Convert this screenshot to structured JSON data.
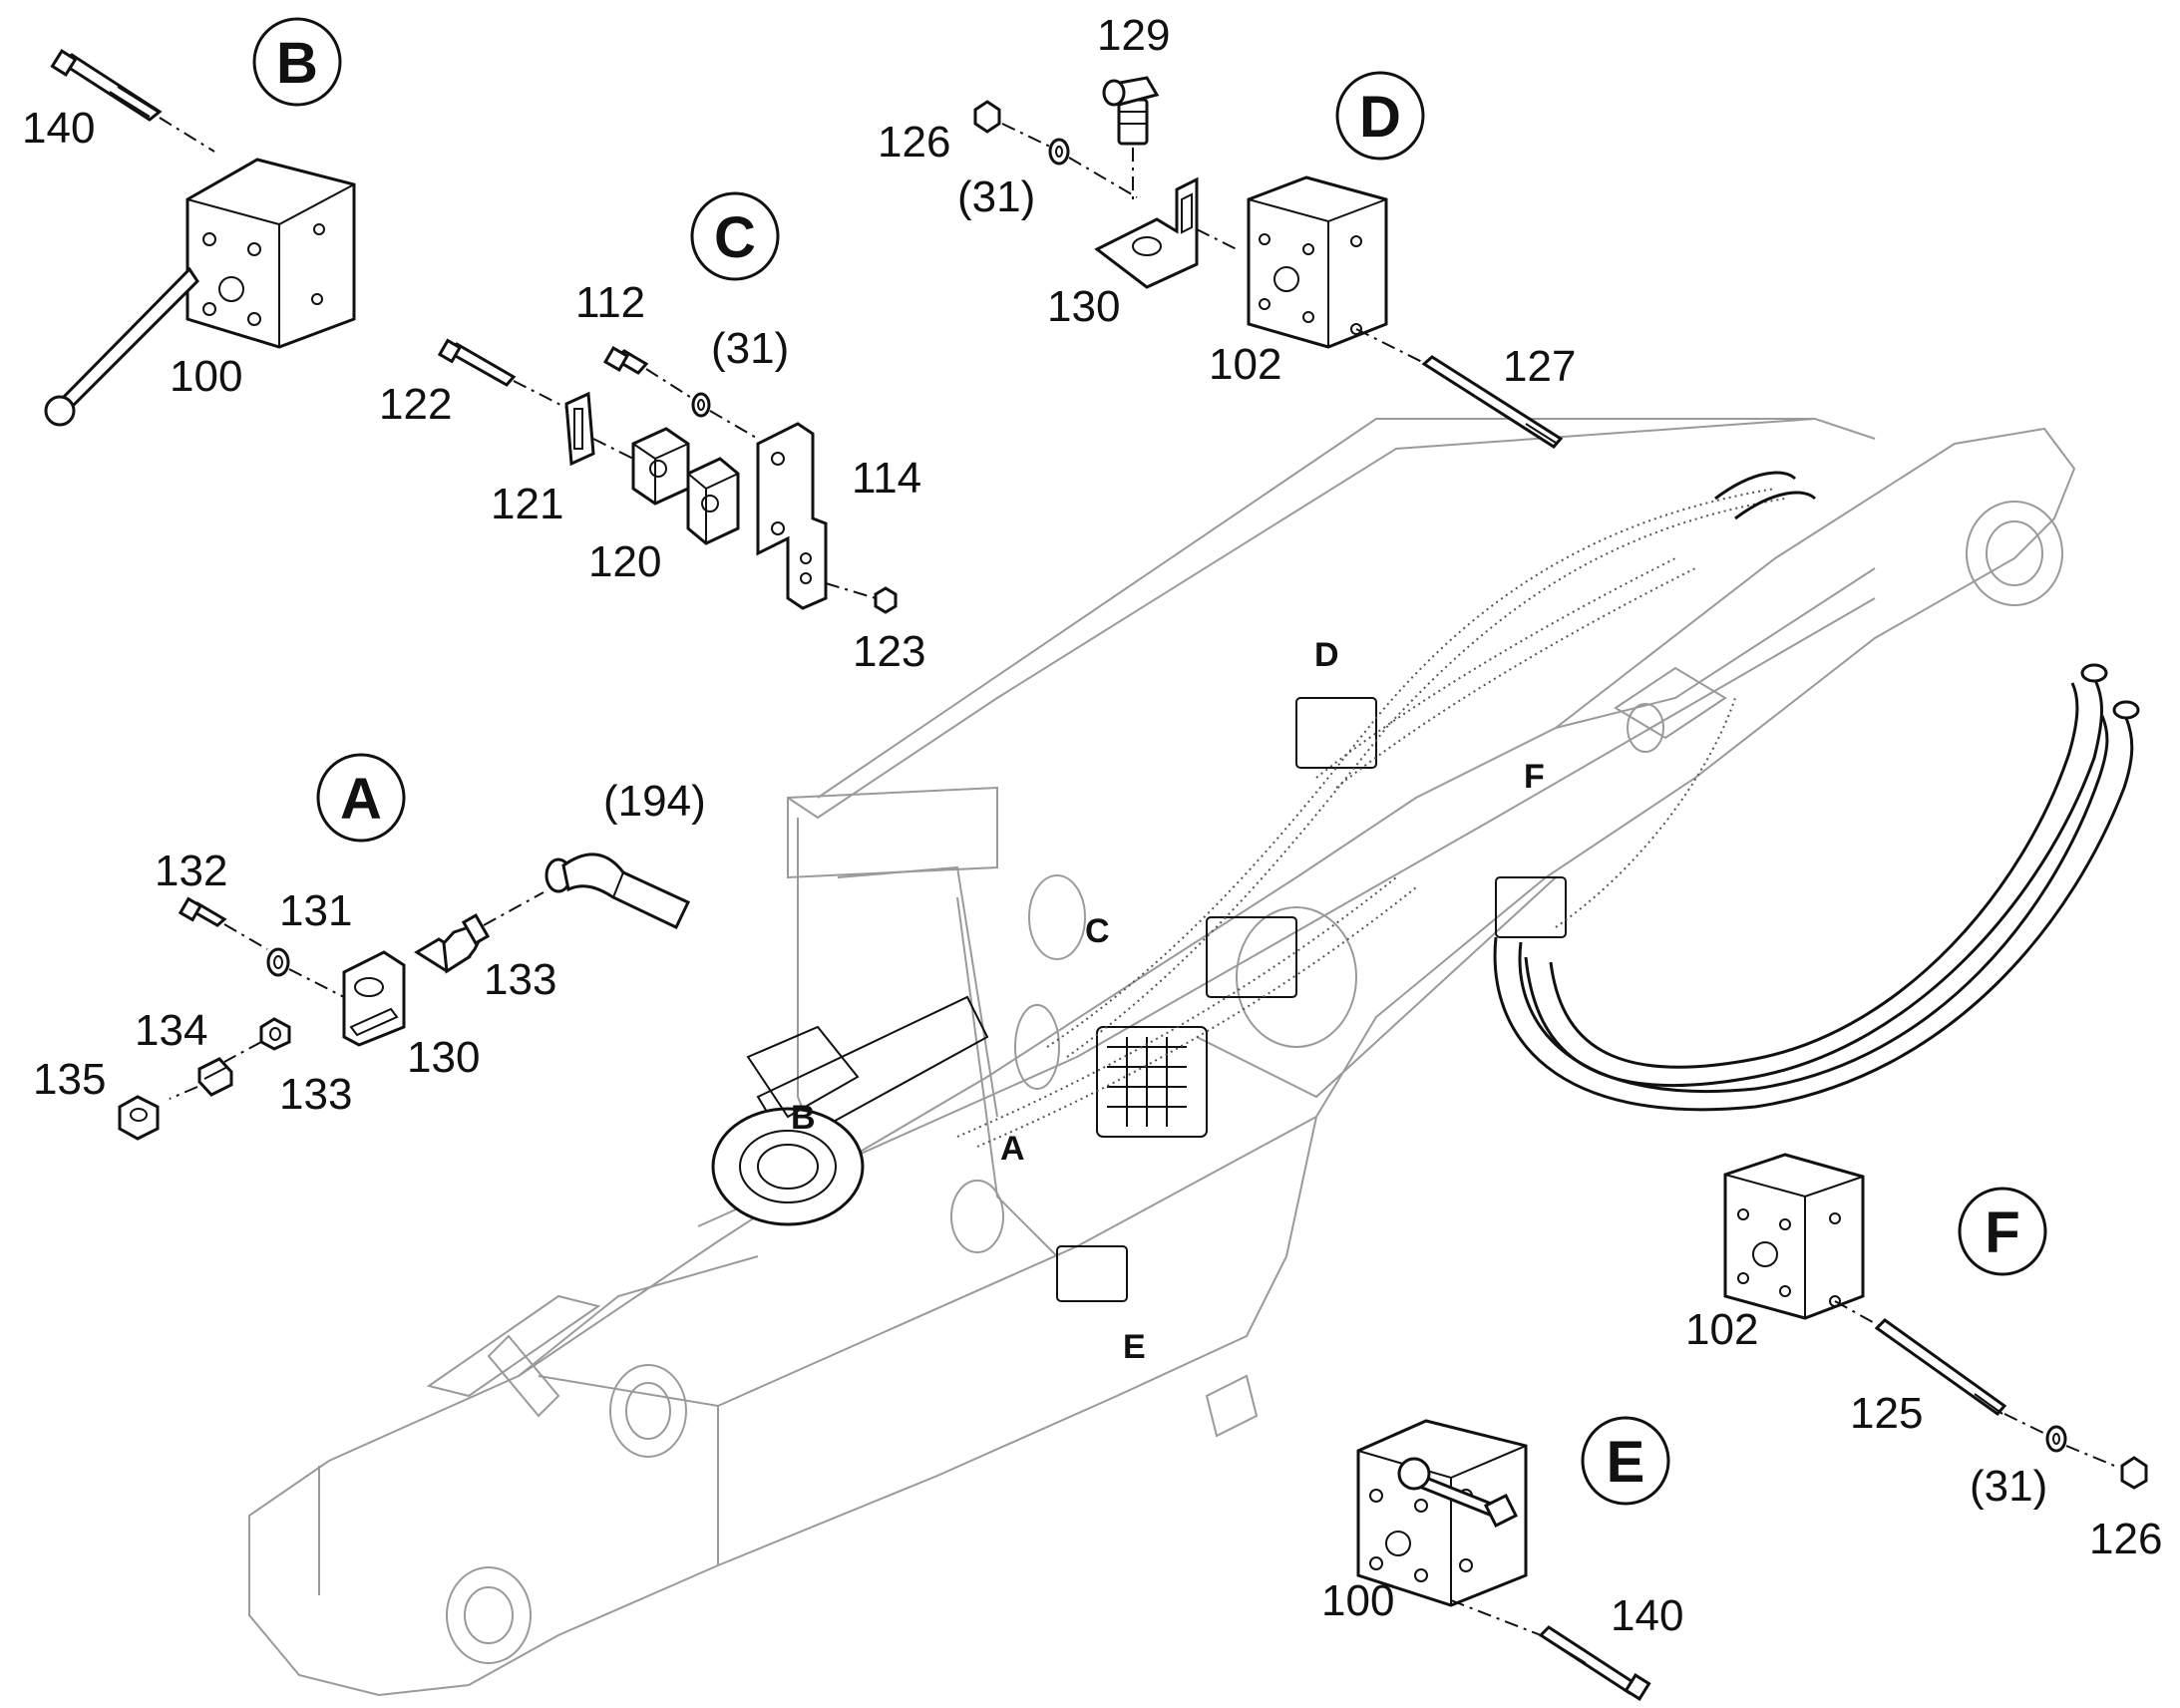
{
  "detail_badges": {
    "A": "A",
    "B": "B",
    "C": "C",
    "D": "D",
    "E": "E",
    "F": "F"
  },
  "location_markers": {
    "A": "A",
    "B": "B",
    "C": "C",
    "D": "D",
    "E": "E",
    "F": "F"
  },
  "part_labels": {
    "b_140": "140",
    "b_100": "100",
    "c_112": "112",
    "c_31": "(31)",
    "c_122": "122",
    "c_121": "121",
    "c_120": "120",
    "c_114": "114",
    "c_123": "123",
    "d_129": "129",
    "d_126": "126",
    "d_31": "(31)",
    "d_130": "130",
    "d_102": "102",
    "d_127": "127",
    "a_194": "(194)",
    "a_132": "132",
    "a_131": "131",
    "a_133_top": "133",
    "a_134": "134",
    "a_135": "135",
    "a_133_bottom": "133",
    "a_130": "130",
    "f_102": "102",
    "f_125": "125",
    "f_31": "(31)",
    "f_126": "126",
    "e_100": "100",
    "e_140": "140"
  }
}
